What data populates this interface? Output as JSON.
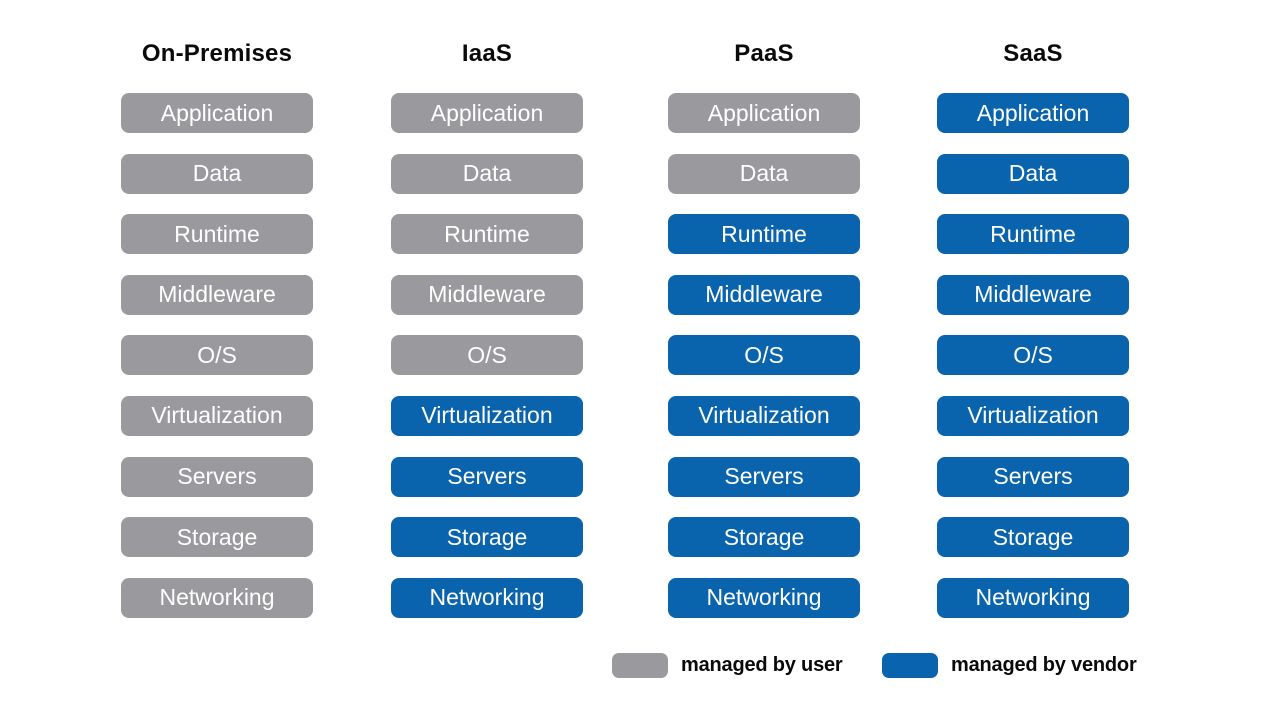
{
  "colors": {
    "managed_by_user": "#9a9a9e",
    "managed_by_vendor": "#0a64ad",
    "box_text": "#ffffff",
    "heading_text": "#0a0a0a",
    "background": "#ffffff"
  },
  "layers": [
    "Application",
    "Data",
    "Runtime",
    "Middleware",
    "O/S",
    "Virtualization",
    "Servers",
    "Storage",
    "Networking"
  ],
  "columns": [
    {
      "label": "On-Premises",
      "managed_by": [
        "user",
        "user",
        "user",
        "user",
        "user",
        "user",
        "user",
        "user",
        "user"
      ]
    },
    {
      "label": "IaaS",
      "managed_by": [
        "user",
        "user",
        "user",
        "user",
        "user",
        "vendor",
        "vendor",
        "vendor",
        "vendor"
      ]
    },
    {
      "label": "PaaS",
      "managed_by": [
        "user",
        "user",
        "vendor",
        "vendor",
        "vendor",
        "vendor",
        "vendor",
        "vendor",
        "vendor"
      ]
    },
    {
      "label": "SaaS",
      "managed_by": [
        "vendor",
        "vendor",
        "vendor",
        "vendor",
        "vendor",
        "vendor",
        "vendor",
        "vendor",
        "vendor"
      ]
    }
  ],
  "legend": [
    {
      "label": "managed by user",
      "color_key": "user"
    },
    {
      "label": "managed by vendor",
      "color_key": "vendor"
    }
  ]
}
